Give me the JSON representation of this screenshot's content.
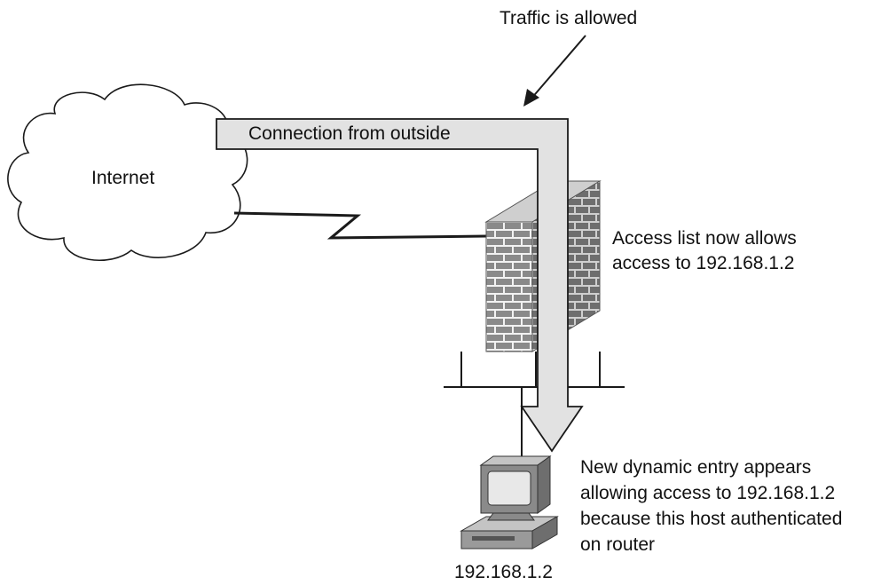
{
  "labels": {
    "traffic_allowed": "Traffic is allowed",
    "connection_from_outside": "Connection from outside",
    "internet": "Internet",
    "access_list_line1": "Access list now allows",
    "access_list_line2": "access to 192.168.1.2",
    "dynamic_line1": "New dynamic entry appears",
    "dynamic_line2": "allowing access to 192.168.1.2",
    "dynamic_line3": "because this host authenticated",
    "dynamic_line4": "on router",
    "host_ip": "192.168.1.2"
  },
  "icons": {
    "cloud": "internet-cloud-icon",
    "firewall": "brick-firewall-icon",
    "host": "workstation-icon",
    "serial_link": "serial-link-icon"
  },
  "colors": {
    "stroke": "#1a1a1a",
    "arrow_fill": "#e2e2e2",
    "brick_mortar": "#f2f2f2",
    "brick_front": "#8a8a8a",
    "brick_side": "#6e6e6e",
    "brick_top": "#cfcfcf"
  }
}
